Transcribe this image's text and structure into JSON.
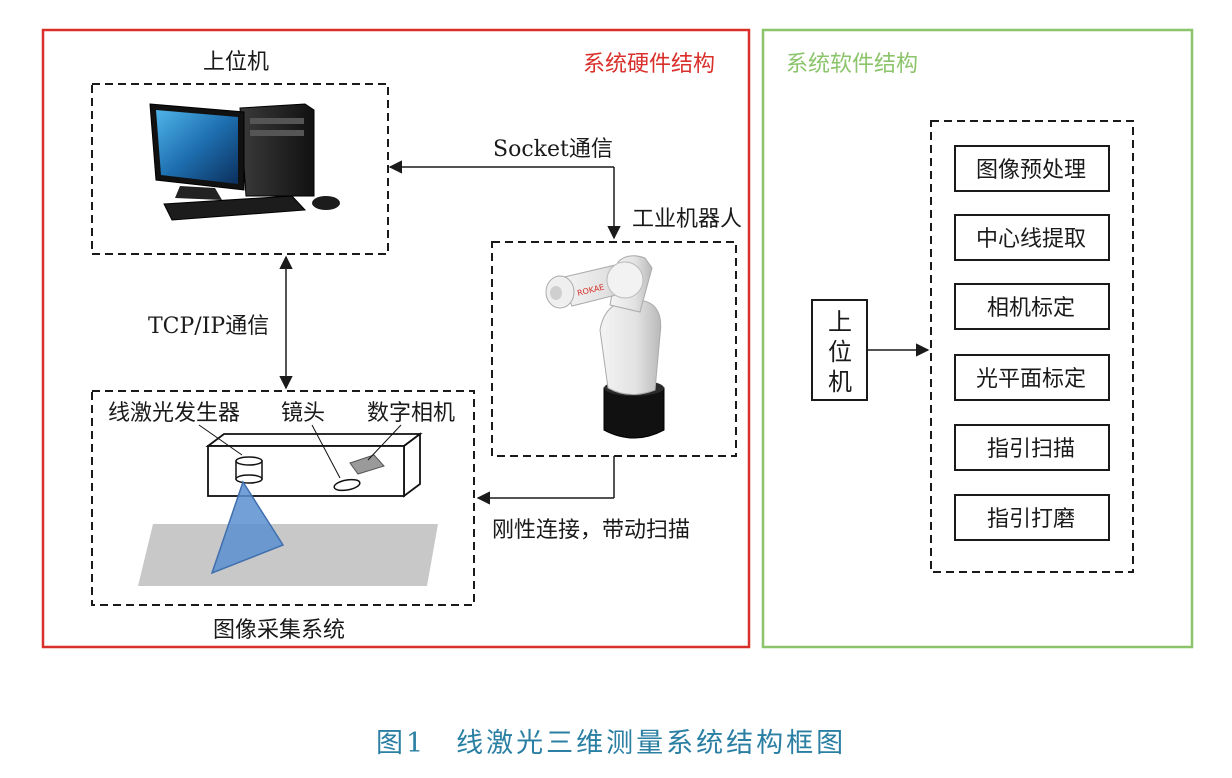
{
  "hardware": {
    "title": "系统硬件结构",
    "host_pc_label": "上位机",
    "socket_label": "Socket通信",
    "robot_label": "工业机器人",
    "tcpip_label": "TCP/IP通信",
    "laser_label": "线激光发生器",
    "lens_label": "镜头",
    "camera_label": "数字相机",
    "acquisition_label": "图像采集系统",
    "rigid_label": "刚性连接，带动扫描",
    "robot_brand": "ROKAE"
  },
  "software": {
    "title": "系统软件结构",
    "host_vertical": [
      "上",
      "位",
      "机"
    ],
    "modules": [
      "图像预处理",
      "中心线提取",
      "相机标定",
      "光平面标定",
      "指引扫描",
      "指引打磨"
    ]
  },
  "caption": "图1　线激光三维测量系统结构框图",
  "colors": {
    "hardware_border": "#d9302b",
    "software_border": "#8cc46b",
    "caption": "#2a7fa3",
    "laser_beam": "#5b8fd0",
    "work_surface": "#c8c8c8"
  }
}
